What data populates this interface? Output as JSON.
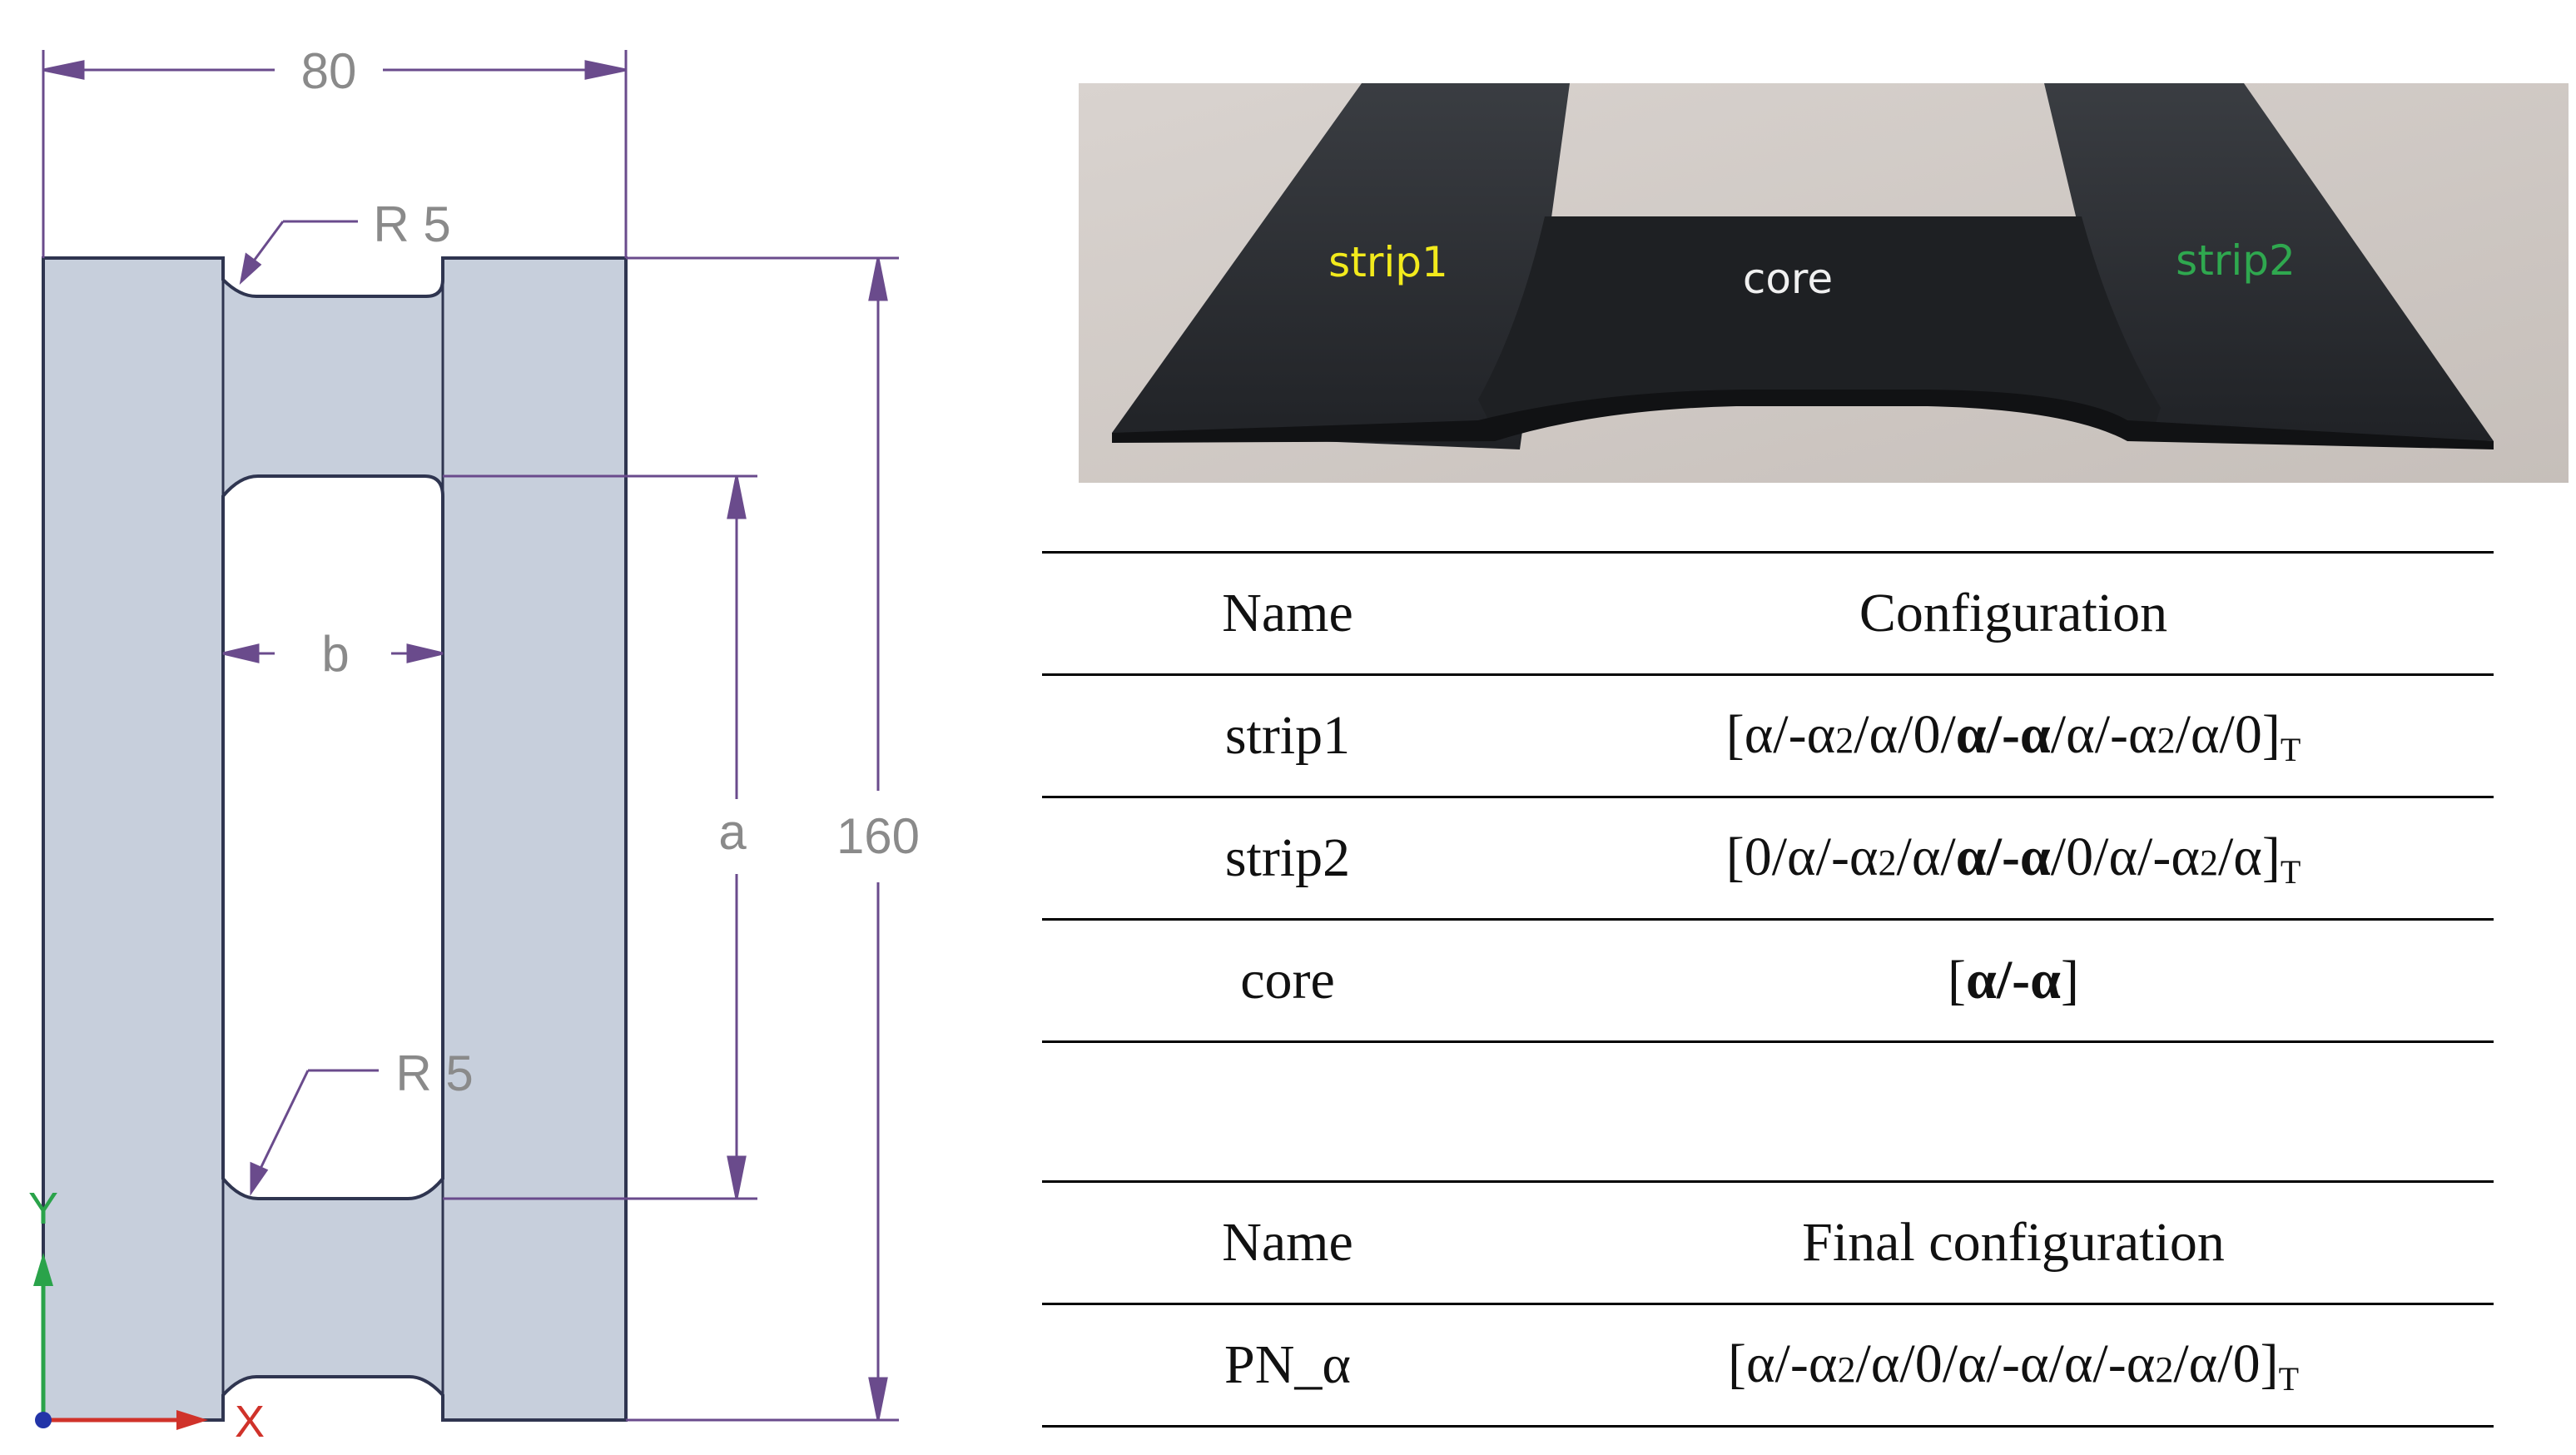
{
  "drawing": {
    "width_label": "80",
    "height_label": "160",
    "radius_top_label": "R 5",
    "radius_bottom_label": "R 5",
    "a_label": "a",
    "b_label": "b",
    "axis_y_label": "Y",
    "axis_x_label": "X"
  },
  "photo": {
    "labels": {
      "strip1": "strip1",
      "core": "core",
      "strip2": "strip2"
    },
    "label_colors": {
      "strip1": "#f2ea1c",
      "core": "#f0f0f0",
      "strip2": "#2fa84f"
    }
  },
  "table1": {
    "headers": [
      "Name",
      "Configuration"
    ],
    "rows": [
      {
        "name": "strip1",
        "config_segments": [
          {
            "t": "[α/-α",
            "s": "n"
          },
          {
            "t": "2",
            "s": "sub"
          },
          {
            "t": "/α/0/",
            "s": "n"
          },
          {
            "t": "α/-α",
            "s": "b"
          },
          {
            "t": "/α/-α",
            "s": "n"
          },
          {
            "t": "2",
            "s": "sub"
          },
          {
            "t": "/α/0]",
            "s": "n"
          },
          {
            "t": "T",
            "s": "subT"
          }
        ]
      },
      {
        "name": "strip2",
        "config_segments": [
          {
            "t": "[0/α/-α",
            "s": "n"
          },
          {
            "t": "2",
            "s": "sub"
          },
          {
            "t": "/α/",
            "s": "n"
          },
          {
            "t": "α/-α",
            "s": "b"
          },
          {
            "t": "/0/α/-α",
            "s": "n"
          },
          {
            "t": "2",
            "s": "sub"
          },
          {
            "t": "/α]",
            "s": "n"
          },
          {
            "t": "T",
            "s": "subT"
          }
        ]
      },
      {
        "name": "core",
        "config_segments": [
          {
            "t": "[",
            "s": "n"
          },
          {
            "t": "α/-α",
            "s": "b"
          },
          {
            "t": "]",
            "s": "n"
          }
        ]
      }
    ]
  },
  "table2": {
    "headers": [
      "Name",
      "Final configuration"
    ],
    "rows": [
      {
        "name": "PN_α",
        "config_segments": [
          {
            "t": "[α/-α",
            "s": "n"
          },
          {
            "t": "2",
            "s": "sub"
          },
          {
            "t": "/α/0/α/-α/α/-α",
            "s": "n"
          },
          {
            "t": "2",
            "s": "sub"
          },
          {
            "t": "/α/0]",
            "s": "n"
          },
          {
            "t": "T",
            "s": "subT"
          }
        ]
      }
    ]
  }
}
